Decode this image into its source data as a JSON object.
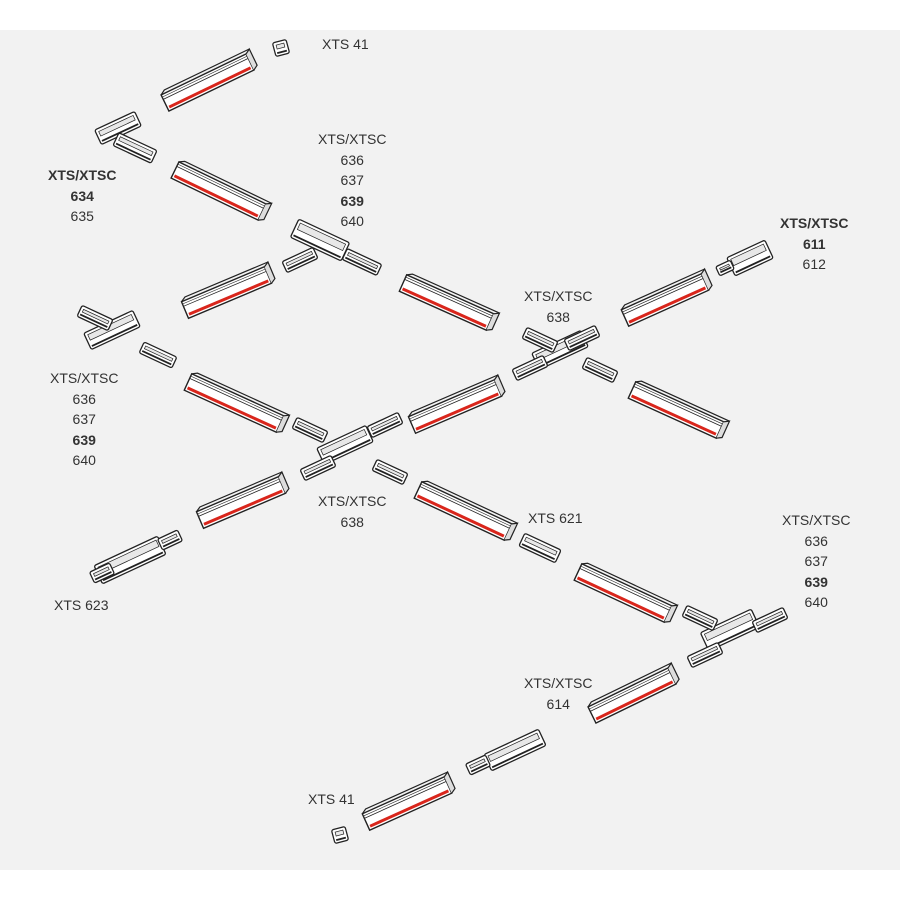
{
  "labels": {
    "xts41_top": {
      "lines": [
        "XTS 41"
      ]
    },
    "left_corner": {
      "lines": [
        "XTS/XTSC",
        "634",
        "635"
      ],
      "bold": [
        0,
        1
      ]
    },
    "top_t": {
      "lines": [
        "XTS/XTSC",
        "636",
        "637",
        "639",
        "640"
      ],
      "bold": [
        3
      ]
    },
    "feed_right": {
      "lines": [
        "XTS/XTSC",
        "611",
        "612"
      ],
      "bold": [
        0,
        1
      ]
    },
    "cross_right": {
      "lines": [
        "XTS/XTSC",
        "638"
      ]
    },
    "left_t": {
      "lines": [
        "XTS/XTSC",
        "636",
        "637",
        "639",
        "640"
      ],
      "bold": [
        3
      ]
    },
    "cross_center": {
      "lines": [
        "XTS/XTSC",
        "638"
      ]
    },
    "xts621": {
      "lines": [
        "XTS 621"
      ]
    },
    "right_t": {
      "lines": [
        "XTS/XTSC",
        "636",
        "637",
        "639",
        "640"
      ],
      "bold": [
        3
      ]
    },
    "xts623": {
      "lines": [
        "XTS 623"
      ]
    },
    "xts614": {
      "lines": [
        "XTS/XTSC",
        "614"
      ]
    },
    "xts41_bottom": {
      "lines": [
        "XTS 41"
      ]
    }
  },
  "colors": {
    "background": "#f2f2f2",
    "track_stroke": "#222222",
    "track_stripe": "#d9261c",
    "text": "#333333"
  },
  "components": [
    {
      "type": "end-cap",
      "name": "end-cap-top"
    },
    {
      "type": "track",
      "name": "track-top"
    },
    {
      "type": "corner-connector",
      "name": "corner-connector-left"
    },
    {
      "type": "track",
      "name": "track-left-diag"
    },
    {
      "type": "t-connector",
      "name": "t-connector-top"
    },
    {
      "type": "track",
      "name": "track-top-right"
    },
    {
      "type": "track",
      "name": "track-feed-right"
    },
    {
      "type": "feed-connector",
      "name": "feed-connector-right"
    },
    {
      "type": "x-connector",
      "name": "x-connector-right"
    },
    {
      "type": "track",
      "name": "track-cross-right-lower"
    },
    {
      "type": "track",
      "name": "track-left-upper"
    },
    {
      "type": "t-connector",
      "name": "t-connector-left"
    },
    {
      "type": "track",
      "name": "track-left-lower"
    },
    {
      "type": "track",
      "name": "track-center-right"
    },
    {
      "type": "x-connector",
      "name": "x-connector-center"
    },
    {
      "type": "track",
      "name": "track-to-623"
    },
    {
      "type": "flex-connector",
      "name": "flex-connector-623"
    },
    {
      "type": "track",
      "name": "track-center-lower"
    },
    {
      "type": "straight-connector",
      "name": "straight-connector-621"
    },
    {
      "type": "track",
      "name": "track-to-right-t"
    },
    {
      "type": "t-connector",
      "name": "t-connector-right"
    },
    {
      "type": "track",
      "name": "track-to-614"
    },
    {
      "type": "mini-connector",
      "name": "mini-connector-614"
    },
    {
      "type": "track",
      "name": "track-bottom"
    },
    {
      "type": "end-cap",
      "name": "end-cap-bottom"
    }
  ]
}
